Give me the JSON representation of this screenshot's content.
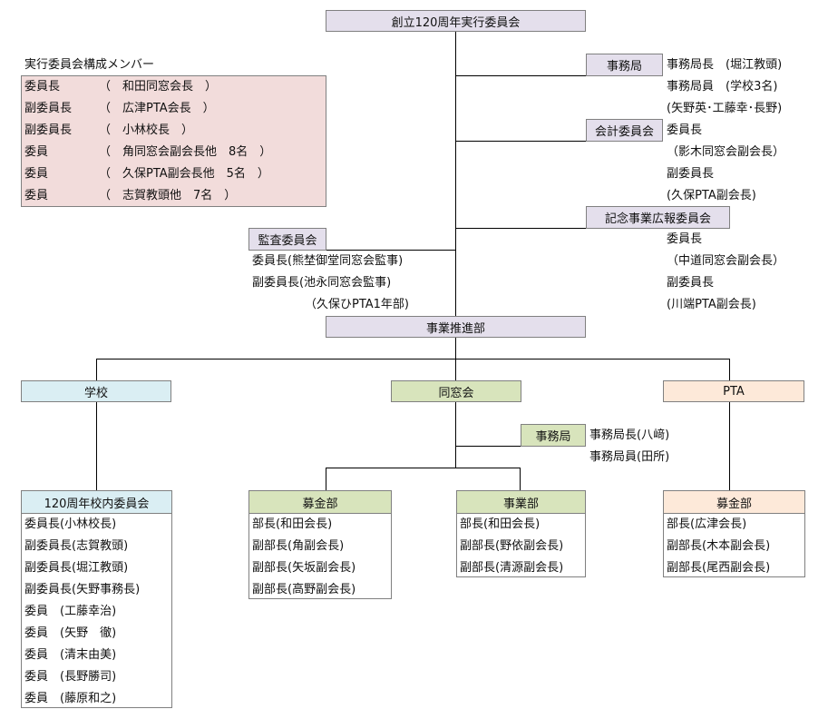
{
  "top": {
    "title": "創立120周年実行委員会"
  },
  "members": {
    "heading": "実行委員会構成メンバー",
    "rows": [
      {
        "role": "委員長",
        "detail": "（　和田同窓会長　）"
      },
      {
        "role": "副委員長",
        "detail": "（　広津PTA会長　）"
      },
      {
        "role": "副委員長",
        "detail": "（　小林校長　）"
      },
      {
        "role": "委員",
        "detail": "（　角同窓会副会長他　8名　）"
      },
      {
        "role": "委員",
        "detail": "（　久保PTA副会長他　5名　）"
      },
      {
        "role": "委員",
        "detail": "（　志賀教頭他　7名　）"
      }
    ]
  },
  "secretariat": {
    "label": "事務局",
    "lines": [
      "事務局長　(堀江教頭)",
      "事務局員　(学校3名)",
      "(矢野英･工藤幸･長野)"
    ]
  },
  "accounting": {
    "label": "会計委員会",
    "lines": [
      "委員長",
      "（影木同窓会副会長）",
      "副委員長",
      "(久保PTA副会長)"
    ]
  },
  "pr": {
    "label": "記念事業広報委員会",
    "lines": [
      "委員長",
      "（中道同窓会副会長）",
      "副委員長",
      "(川端PTA副会長)"
    ]
  },
  "audit": {
    "label": "監査委員会",
    "lines": [
      "委員長(熊埜御堂同窓会監事)",
      "副委員長(池永同窓会監事)",
      "（久保ひPTA1年部)"
    ]
  },
  "promo": {
    "title": "事業推進部"
  },
  "branches": {
    "school": "学校",
    "alumni": "同窓会",
    "pta": "PTA"
  },
  "alumni_secretariat": {
    "label": "事務局",
    "lines": [
      "事務局長(八﨑)",
      "事務局員(田所)"
    ]
  },
  "school_committee": {
    "title": "120周年校内委員会",
    "rows": [
      "委員長(小林校長)",
      "副委員長(志賀教頭)",
      "副委員長(堀江教頭)",
      "副委員長(矢野事務長)",
      "委員　(工藤幸治)",
      "委員　(矢野　徹)",
      "委員　(清末由美)",
      "委員　(長野勝司)",
      "委員　(藤原和之)"
    ]
  },
  "alumni_fund": {
    "title": "募金部",
    "rows": [
      "部長(和田会長)",
      "副部長(角副会長)",
      "副部長(矢坂副会長)",
      "副部長(高野副会長)"
    ]
  },
  "alumni_business": {
    "title": "事業部",
    "rows": [
      "部長(和田会長)",
      "副部長(野依副会長)",
      "副部長(清源副会長)"
    ]
  },
  "pta_fund": {
    "title": "募金部",
    "rows": [
      "部長(広津会長)",
      "副部長(木本副会長)",
      "副部長(尾西副会長)"
    ]
  },
  "colors": {
    "purple": "#e4dfec",
    "blue": "#daeef3",
    "green": "#d8e4bc",
    "peach": "#fde9d9",
    "pink": "#f2dcdb",
    "border": "#808080"
  }
}
